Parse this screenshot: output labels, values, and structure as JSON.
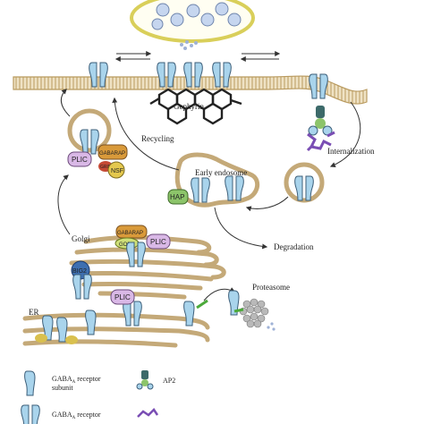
{
  "labels": {
    "gephyrin": "Gephyrin",
    "recycling": "Recycling",
    "internalization": "Internalization",
    "early_endosome": "Early endosome",
    "degradation": "Degradation",
    "golgi": "Golgi",
    "proteasome": "Proteasome",
    "er": "ER"
  },
  "proteins": {
    "plic": "PLIC",
    "gabarap": "GABARAP",
    "nsf": "NSF",
    "gri": "GRIF",
    "hap": "HAP",
    "godz": "GODZ",
    "big2": "BIG2"
  },
  "legend": {
    "subunit_line1": "GABA",
    "subunit_sub": "A",
    "subunit_line2": "receptor",
    "subunit_line3": "subunit",
    "receptor_line1": "GABA",
    "receptor_sub": "A",
    "receptor_line2": "receptor",
    "ap2": "AP2"
  },
  "colors": {
    "membrane": "#cbb07a",
    "receptor": "#a9d4ec",
    "receptor_stroke": "#3d5f7a",
    "vesicle": "#c4a978",
    "synaptic_vesicle": "#d9cf5a",
    "plic": "#d9b8e6",
    "gabarap": "#d99a3a",
    "nsf": "#e4c84e",
    "gri": "#c44a36",
    "hap": "#8cc46a",
    "big2": "#3e6fb0",
    "ap2": "#7a4eb4"
  }
}
